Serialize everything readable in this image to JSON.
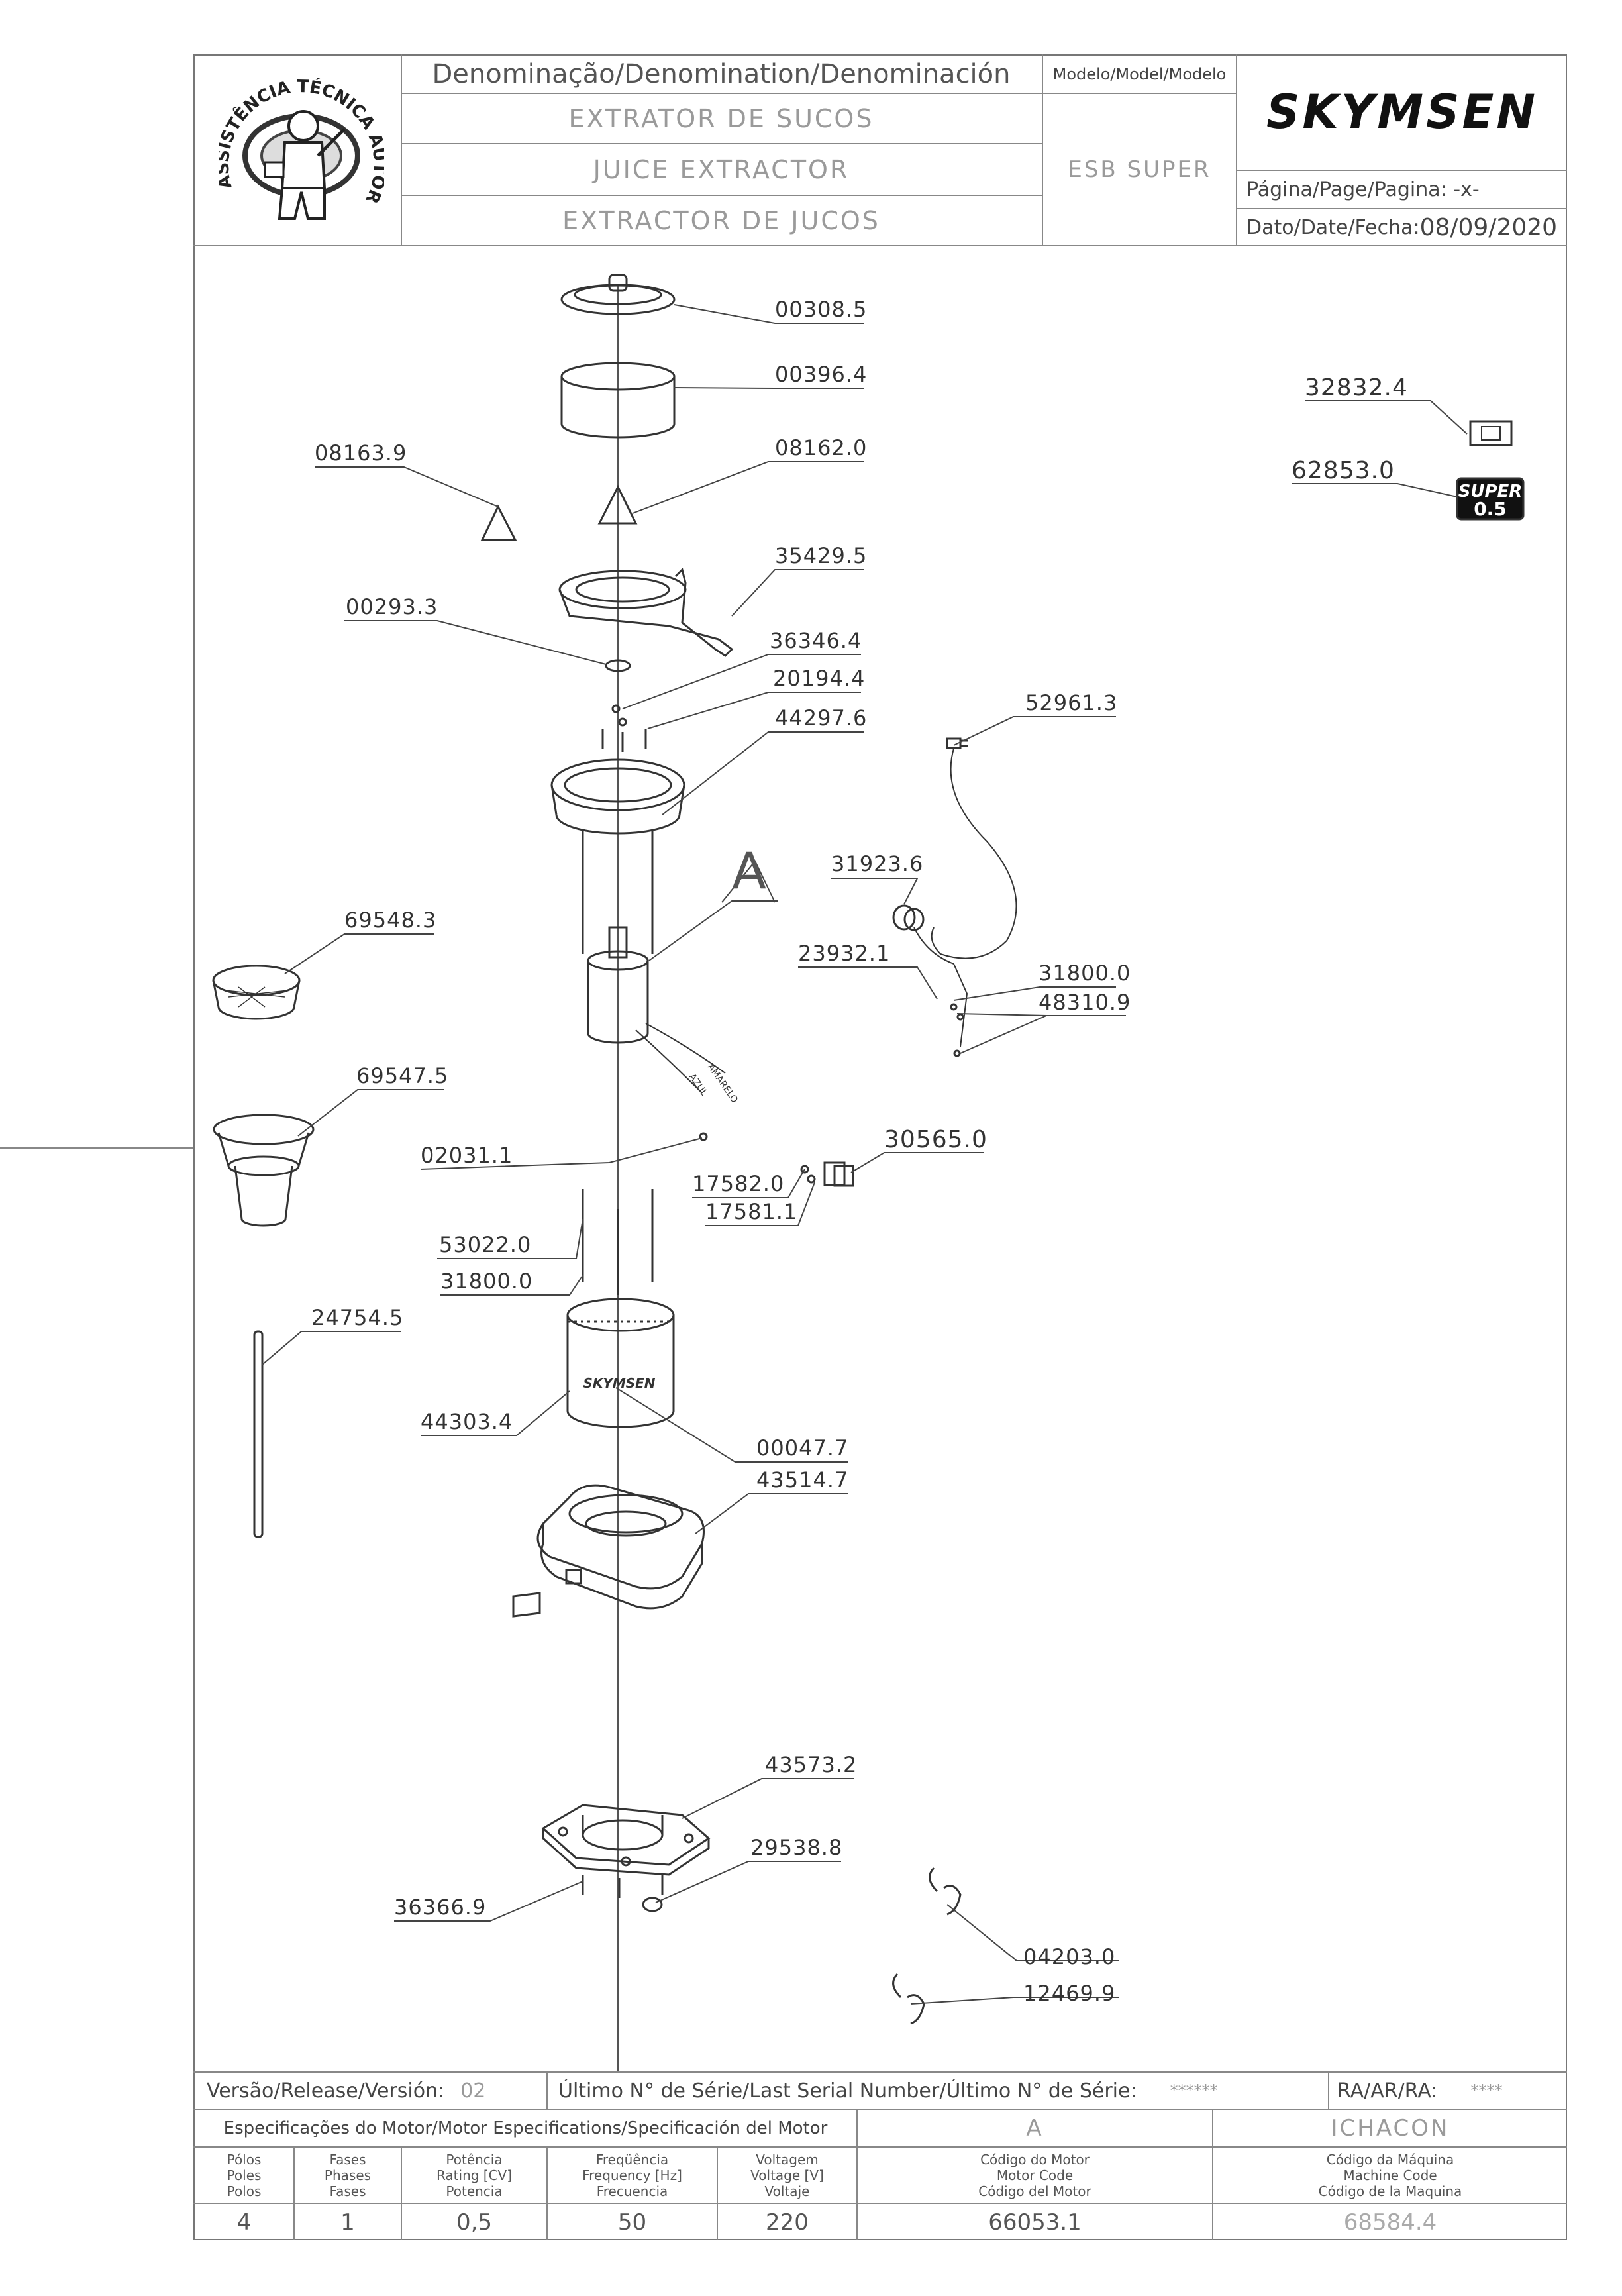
{
  "header": {
    "denomination_label": "Denominação/Denomination/Denominación",
    "name_pt": "EXTRATOR DE SUCOS",
    "name_en": "JUICE EXTRACTOR",
    "name_es": "EXTRACTOR DE JUCOS",
    "model_label": "Modelo/Model/Modelo",
    "model_value": "ESB SUPER",
    "brand": "SKYMSEN",
    "page_label": "Página/Page/Pagina: -x-",
    "date_label": "Dato/Date/Fecha:",
    "date_value": "08/09/2020",
    "seal_text": "ASSISTÊNCIA TÉCNICA AUTORIZADA"
  },
  "parts": [
    {
      "code": "00308.5"
    },
    {
      "code": "00396.4"
    },
    {
      "code": "08162.0"
    },
    {
      "code": "08163.9"
    },
    {
      "code": "35429.5"
    },
    {
      "code": "00293.3"
    },
    {
      "code": "36346.4"
    },
    {
      "code": "20194.4"
    },
    {
      "code": "44297.6"
    },
    {
      "code": "A"
    },
    {
      "code": "52961.3"
    },
    {
      "code": "31923.6"
    },
    {
      "code": "23932.1"
    },
    {
      "code": "31800.0"
    },
    {
      "code": "48310.9"
    },
    {
      "code": "69548.3"
    },
    {
      "code": "69547.5"
    },
    {
      "code": "02031.1"
    },
    {
      "code": "30565.0"
    },
    {
      "code": "17582.0"
    },
    {
      "code": "17581.1"
    },
    {
      "code": "53022.0"
    },
    {
      "code": "31800.0"
    },
    {
      "code": "24754.5"
    },
    {
      "code": "44303.4"
    },
    {
      "code": "00047.7"
    },
    {
      "code": "43514.7"
    },
    {
      "code": "43573.2"
    },
    {
      "code": "29538.8"
    },
    {
      "code": "36366.9"
    },
    {
      "code": "04203.0"
    },
    {
      "code": "12469.9"
    },
    {
      "code": "32832.4"
    },
    {
      "code": "62853.0"
    }
  ],
  "badge": {
    "line1": "SUPER",
    "line2": "0.5"
  },
  "wire_labels": {
    "w1": "AMARELO",
    "w2": "AZUL"
  },
  "footer": {
    "version_label": "Versão/Release/Versión:",
    "version_value": "02",
    "serial_label": "Último N° de Série/Last Serial Number/Último N° de Série:",
    "serial_value": "******",
    "ra_label": "RA/AR/RA:",
    "ra_value": "****",
    "motor_spec_label": "Especificações do Motor/Motor Especifications/Specificación del Motor",
    "motor_spec_value": "A",
    "machine_value": "ICHACON",
    "col_poles": [
      "Pólos",
      "Poles",
      "Polos"
    ],
    "col_phases": [
      "Fases",
      "Phases",
      "Fases"
    ],
    "col_power": [
      "Potência",
      "Rating [CV]",
      "Potencia"
    ],
    "col_freq": [
      "Freqüência",
      "Frequency [Hz]",
      "Frecuencia"
    ],
    "col_voltage": [
      "Voltagem",
      "Voltage [V]",
      "Voltaje"
    ],
    "col_motor": [
      "Código do Motor",
      "Motor Code",
      "Código del Motor"
    ],
    "col_machine": [
      "Código da Máquina",
      "Machine Code",
      "Código de la Maquina"
    ],
    "val_poles": "4",
    "val_phases": "1",
    "val_power": "0,5",
    "val_freq": "50",
    "val_voltage": "220",
    "val_motor": "66053.1",
    "val_machine": "68584.4"
  }
}
